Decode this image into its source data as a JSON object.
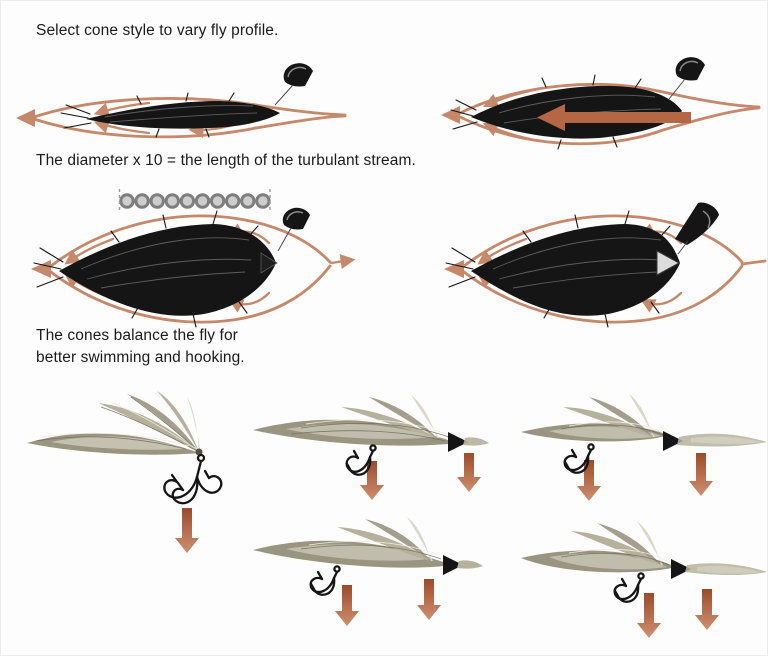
{
  "captions": {
    "line1": "Select cone style to vary fly profile.",
    "line2": "The diameter x 10 = the length of the turbulant stream.",
    "line3": "The cones balance the fly for",
    "line4": "better swimming and hooking."
  },
  "beads": {
    "count": 10
  },
  "icons": {
    "cone-icon": "black cone/half-disc glyph",
    "flow-arrow-icon": "salmon streamline arrow",
    "treble-hook-icon": "black treble hook",
    "down-arrow-icon": "brown block arrow pointing down",
    "bead-icon": "gray ring bead"
  },
  "colors": {
    "flow": "#c5886b",
    "flow_dark": "#b56743",
    "arrow_dark": "#9c4b2a",
    "arrow_light": "#cd9070",
    "tan1": "#b6b19c",
    "tan2": "#9a9580",
    "tan3": "#dbd8c9",
    "ink": "#151515",
    "bg": "#fdfdfd"
  }
}
